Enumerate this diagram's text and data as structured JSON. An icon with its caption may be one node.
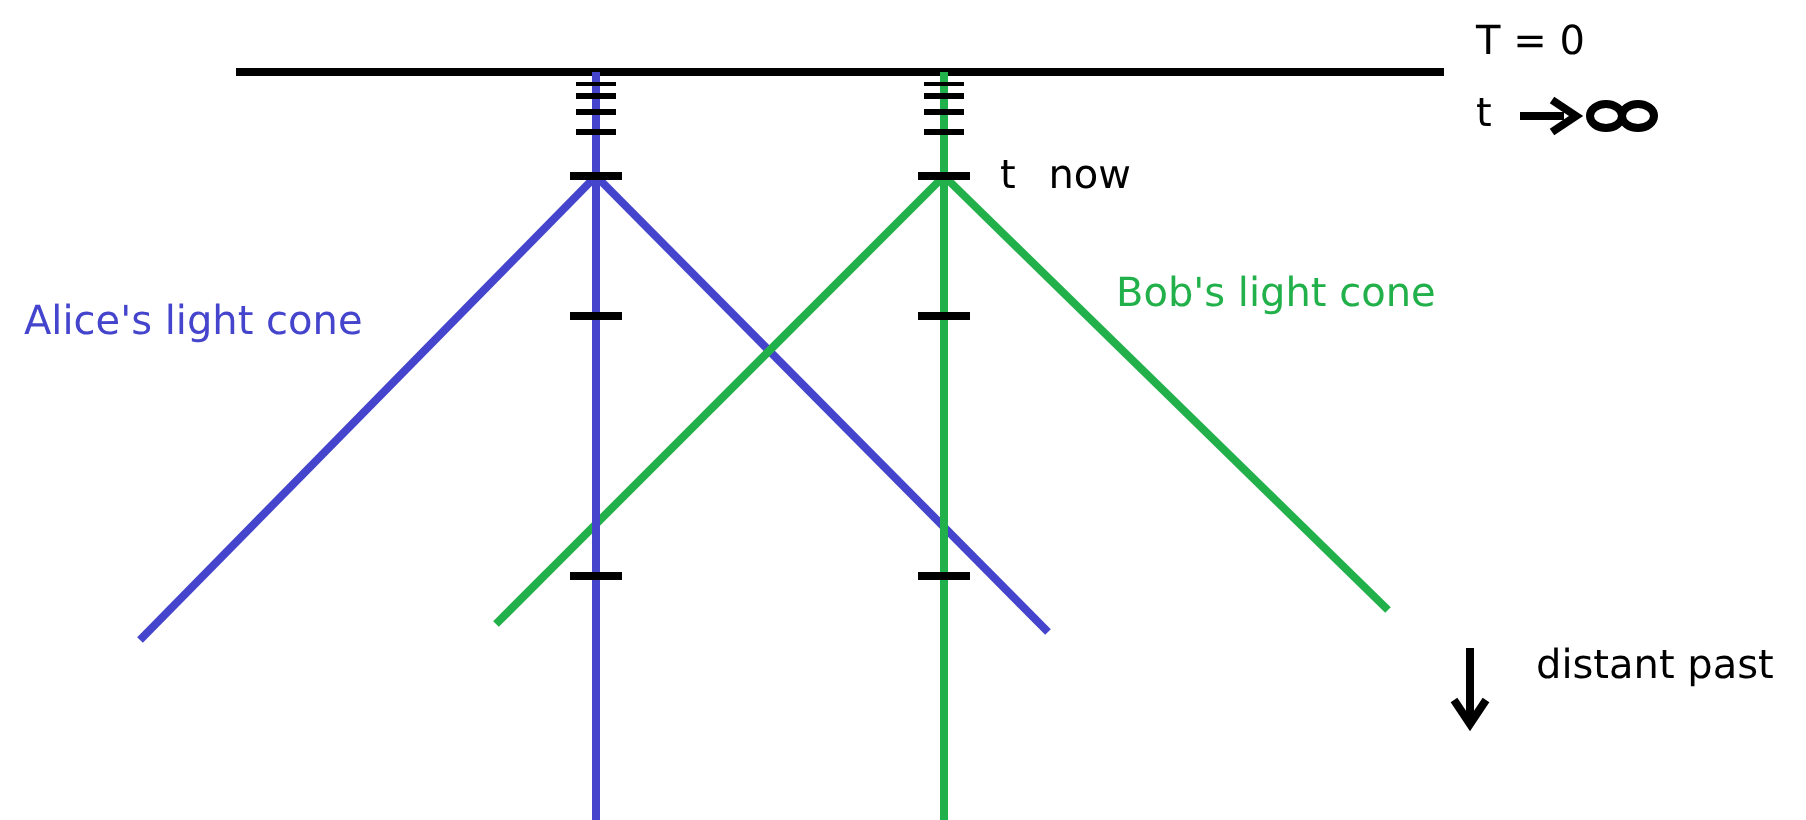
{
  "diagram": {
    "labels": [
      "T = 0",
      "t",
      "t now",
      "Alice's light cone",
      "Bob's light cone",
      "distant past"
    ]
  }
}
